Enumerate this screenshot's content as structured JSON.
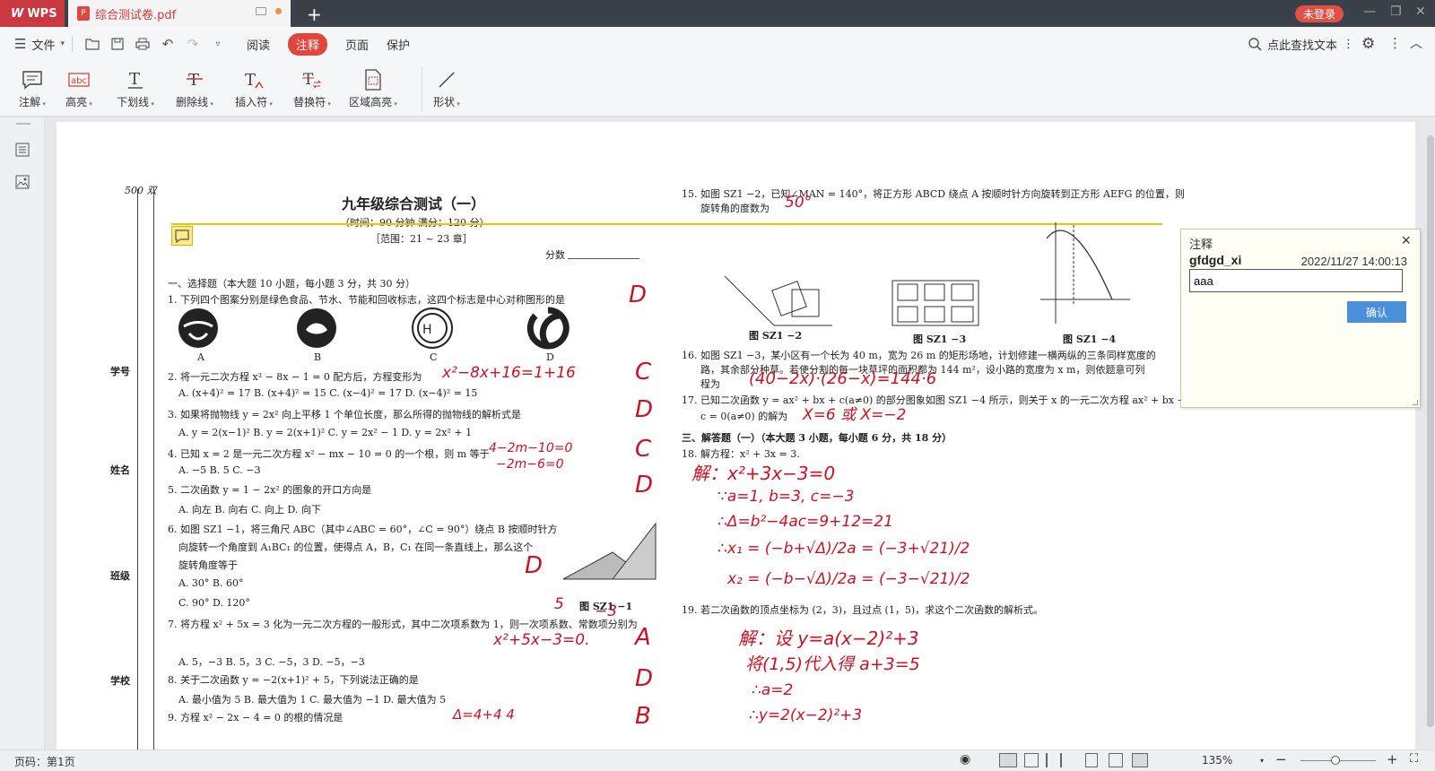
{
  "titlebar": {
    "app_tab": "WPS",
    "doc_tab": "综合测试卷.pdf",
    "login": "未登录"
  },
  "menu": {
    "file": "文件",
    "tabs": [
      "阅读",
      "注释",
      "页面",
      "保护"
    ],
    "active_tab": "注释",
    "search": "点此查找文本"
  },
  "toolbar": {
    "items": [
      "注解",
      "高亮",
      "下划线",
      "删除线",
      "插入符",
      "替换符",
      "区域高亮",
      "形状"
    ]
  },
  "popup": {
    "title": "注释",
    "author": "gfdgd_xi",
    "date": "2022/11/27 14:00:13",
    "text": "aaa",
    "ok": "确认"
  },
  "status": {
    "page": "页码：第1页",
    "zoom": "135%"
  },
  "accent_colors": {
    "wps_red": "#c9393f",
    "ink_red": "#d01020",
    "highlight_line": "#e8c800",
    "button_blue": "#4a90d9"
  },
  "doc": {
    "title": "九年级综合测试（一）",
    "subtitle": "（时间：90 分钟   满分：120 分）",
    "range": "［范围：21 ~ 23 章］",
    "score_label": "分数",
    "corner": "500 双",
    "side_labels": [
      "学号",
      "姓名",
      "班级",
      "学校"
    ],
    "left_lines": [
      "一、选择题（本大题 10 小题，每小题 3 分，共 30 分）",
      "1. 下列四个图案分别是绿色食品、节水、节能和回收标志，这四个标志是中心对称图形的是",
      "2. 将一元二次方程 x² − 8x − 1 = 0 配方后，方程变形为",
      "A. (x+4)² = 17      B. (x+4)² = 15      C. (x−4)² = 17      D. (x−4)² = 15",
      "3. 如果将抛物线 y = 2x² 向上平移 1 个单位长度，那么所得的抛物线的解析式是",
      "A. y = 2(x−1)²      B. y = 2(x+1)²      C. y = 2x² − 1      D. y = 2x² + 1",
      "4. 已知 x = 2 是一元二次方程 x² − mx − 10 = 0 的一个根，则 m 等于",
      "A. −5      B. 5      C. −3",
      "5. 二次函数 y = 1 − 2x² 的图象的开口方向是",
      "A. 向左      B. 向右      C. 向上      D. 向下",
      "6. 如图 SZ1 −1，将三角尺 ABC（其中∠ABC = 60°，∠C = 90°）绕点 B 按顺时针方",
      "向旋转一个角度到 A₁BC₁ 的位置，使得点 A，B，C₁ 在同一条直线上，那么这个",
      "旋转角度等于",
      "A. 30°                                  B. 60°",
      "C. 90°                                  D. 120°",
      "7. 将方程 x² + 5x = 3 化为一元二次方程的一般形式，其中二次项系数为 1，则一次项系数、常数项分别为",
      "A. 5，−3      B. 5，3      C. −5，3      D. −5，−3",
      "8. 关于二次函数 y = −2(x+1)² + 5，下列说法正确的是",
      "A. 最小值为 5      B. 最大值为 1      C. 最大值为 −1      D. 最大值为 5",
      "9. 方程 x² − 2x − 4 = 0 的根的情况是"
    ],
    "right_lines": [
      "15. 如图 SZ1 −2，已知∠MAN = 140°，将正方形 ABCD 绕点 A 按顺时针方向旋转到正方形 AEFG 的位置，则",
      "旋转角的度数为",
      "图 SZ1 −2",
      "图 SZ1 −3",
      "图 SZ1 −4",
      "16. 如图 SZ1 −3，某小区有一个长为 40 m，宽为 26 m 的矩形场地，计划修建一横两纵的三条同样宽度的",
      "路，其余部分种草。若使分割的每一块草坪的面积都为 144 m²，设小路的宽度为 x m，则依题意可列",
      "程为",
      "17. 已知二次函数 y = ax² + bx + c(a≠0) 的部分图象如图 SZ1 −4 所示，则关于 x 的一元二次方程 ax² + bx +",
      "c = 0(a≠0) 的解为",
      "三、解答题（一）（本大题 3 小题，每小题 6 分，共 18 分）",
      "18. 解方程：x² + 3x = 3.",
      "19. 若二次函数的顶点坐标为 (2，3)，且过点 (1，5)，求这个二次函数的解析式。"
    ],
    "fig_labels": [
      "A",
      "B",
      "C",
      "D"
    ],
    "fig6_label": "图 SZ1 −1",
    "answers": [
      "D",
      "C",
      "D",
      "C",
      "D",
      "D",
      "A",
      "D",
      "B"
    ],
    "handwriting": [
      "x²−8x+16=1+16",
      "4−2m−10=0",
      "−2m−6=0",
      "5",
      "−3",
      "x²+5x−3=0.",
      "Δ=4+4 4",
      "50°",
      "(40−2x)·(26−x)=144·6",
      "X=6 或 X=−2",
      "解：x²+3x−3=0",
      "∵a=1, b=3, c=−3",
      "∴Δ=b²−4ac=9+12=21",
      "∴x₁ = (−b+√Δ)/2a = (−3+√21)/2",
      "x₂ = (−b−√Δ)/2a = (−3−√21)/2",
      "解：设 y=a(x−2)²+3",
      "将(1,5)代入得 a+3=5",
      "∴a=2",
      "∴y=2(x−2)²+3"
    ]
  }
}
